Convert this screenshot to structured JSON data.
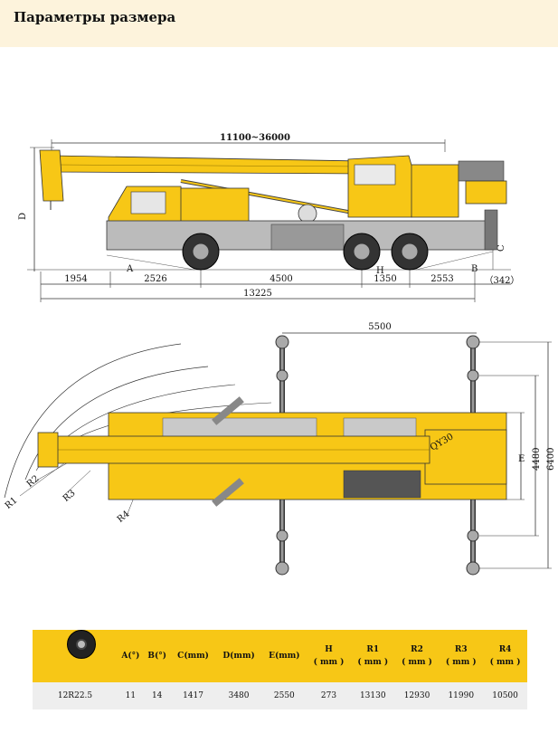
{
  "header": {
    "title": "Параметры размера"
  },
  "side_view": {
    "boom_length": "11100~36000",
    "height_label": "D",
    "angle_a": "A",
    "angle_b": "B",
    "clearance_h": "H",
    "dim_c": "C",
    "dims": [
      "1954",
      "2526",
      "4500",
      "1350",
      "2553",
      "（342）"
    ],
    "overall_length": "13225"
  },
  "top_view": {
    "outrigger_span": "5500",
    "radius_labels": [
      "R1",
      "R2",
      "R3",
      "R4"
    ],
    "width_label": "E",
    "outrigger_width_retracted": "4480",
    "outrigger_width_extended": "6400",
    "model_mark": "QY30"
  },
  "table": {
    "headers": [
      "A(°)",
      "B(°)",
      "C(mm)",
      "D(mm)",
      "E(mm)",
      "H\n( mm )",
      "R1\n( mm )",
      "R2\n( mm )",
      "R3\n( mm )",
      "R4\n( mm )"
    ],
    "row": [
      "12R22.5",
      "11",
      "14",
      "1417",
      "3480",
      "2550",
      "273",
      "13130",
      "12930",
      "11990",
      "10500"
    ]
  },
  "colors": {
    "crane_yellow": "#f7c716",
    "header_bg": "#fdf3dc",
    "table_header": "#f7c716"
  }
}
